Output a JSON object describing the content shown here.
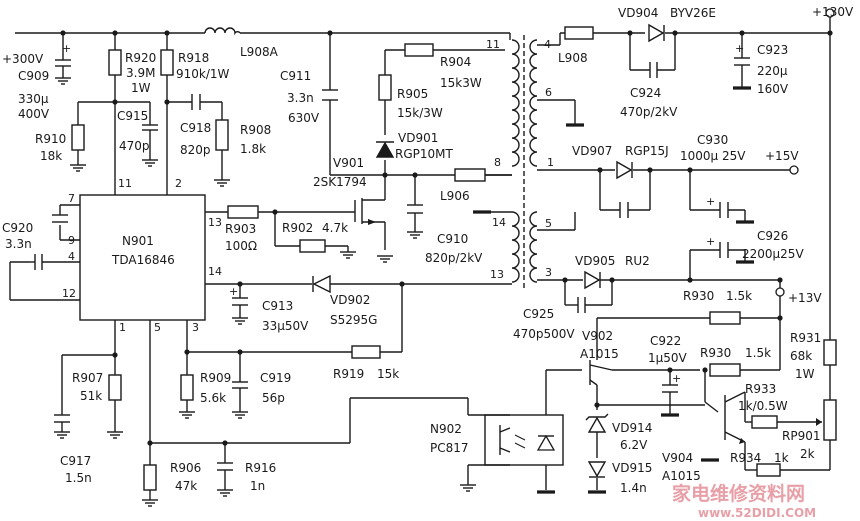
{
  "components": {
    "ic": {
      "ref": "N901",
      "part": "TDA16846",
      "pins": [
        "7",
        "9",
        "4",
        "12",
        "11",
        "2",
        "13",
        "14",
        "1",
        "5",
        "3"
      ]
    },
    "opto": {
      "ref": "N902",
      "part": "PC817"
    },
    "mosfet": {
      "ref": "V901",
      "part": "2SK1794"
    },
    "q902": {
      "ref": "V902",
      "part": "A1015"
    },
    "q904": {
      "ref": "V904",
      "part": "A1015"
    },
    "r920": {
      "ref": "R920",
      "v1": "3.9M",
      "v2": "1W"
    },
    "r918": {
      "ref": "R918",
      "value": "910k/1W"
    },
    "r910": {
      "ref": "R910",
      "value": "18k"
    },
    "r908": {
      "ref": "R908",
      "value": "1.8k"
    },
    "r905": {
      "ref": "R905",
      "value": "15k/3W"
    },
    "r904": {
      "ref": "R904",
      "value": "15k3W"
    },
    "r903": {
      "ref": "R903",
      "value": "100Ω"
    },
    "r902": {
      "ref": "R902",
      "value": "4.7k"
    },
    "r907": {
      "ref": "R907",
      "value": "51k"
    },
    "r909": {
      "ref": "R909",
      "value": "5.6k"
    },
    "r919": {
      "ref": "R919",
      "value": "15k"
    },
    "r906": {
      "ref": "R906",
      "value": "47k"
    },
    "r916": {
      "ref": "R916",
      "value": "1n"
    },
    "r930a": {
      "ref": "R930",
      "value": "1.5k"
    },
    "r930b": {
      "ref": "R930",
      "value": "1.5k"
    },
    "r931": {
      "ref": "R931",
      "v1": "68k",
      "v2": "1W"
    },
    "r933": {
      "ref": "R933",
      "value": "1k/0.5W"
    },
    "r934": {
      "ref": "R934",
      "value": "1k"
    },
    "rp901": {
      "ref": "RP901",
      "value": "2k"
    },
    "c909": {
      "ref": "C909",
      "v1": "330μ",
      "v2": "400V"
    },
    "c915": {
      "ref": "C915",
      "value": "470p"
    },
    "c918": {
      "ref": "C918",
      "value": "820p"
    },
    "c911": {
      "ref": "C911",
      "v1": "3.3n",
      "v2": "630V"
    },
    "c920": {
      "ref": "C920",
      "value": "3.3n"
    },
    "c910": {
      "ref": "C910",
      "value": "820p/2kV"
    },
    "c913": {
      "ref": "C913",
      "value": "33μ50V"
    },
    "c919": {
      "ref": "C919",
      "value": "56p"
    },
    "c917": {
      "ref": "C917",
      "value": "1.5n"
    },
    "c923": {
      "ref": "C923",
      "v1": "220μ",
      "v2": "160V"
    },
    "c924": {
      "ref": "C924",
      "value": "470p/2kV"
    },
    "c930": {
      "ref": "C930",
      "value": "1000μ 25V"
    },
    "c926": {
      "ref": "C926",
      "value": "2200μ25V"
    },
    "c925": {
      "ref": "C925",
      "value": "470p500V"
    },
    "c922": {
      "ref": "C922",
      "value": "1μ50V"
    },
    "l908a": {
      "ref": "L908A"
    },
    "l908": {
      "ref": "L908"
    },
    "l906": {
      "ref": "L906"
    },
    "vd901": {
      "ref": "VD901",
      "part": "RGP10MT"
    },
    "vd902": {
      "ref": "VD902",
      "part": "S5295G"
    },
    "vd904": {
      "ref": "VD904",
      "part": "BYV26E"
    },
    "vd907": {
      "ref": "VD907",
      "part": "RGP15J"
    },
    "vd905": {
      "ref": "VD905",
      "part": "RU2"
    },
    "vd914": {
      "ref": "VD914",
      "value": "6.2V"
    },
    "vd915": {
      "ref": "VD915",
      "value": "1.4n"
    }
  },
  "rails": {
    "in": "+300V",
    "out130": "+130V",
    "out15": "+15V",
    "out13": "+13V"
  },
  "transformer_pins": [
    "11",
    "8",
    "14",
    "13",
    "4",
    "6",
    "1",
    "5",
    "3"
  ],
  "watermark": {
    "cn": "家电维修资料网",
    "url": "www.52DIDI.COM"
  }
}
